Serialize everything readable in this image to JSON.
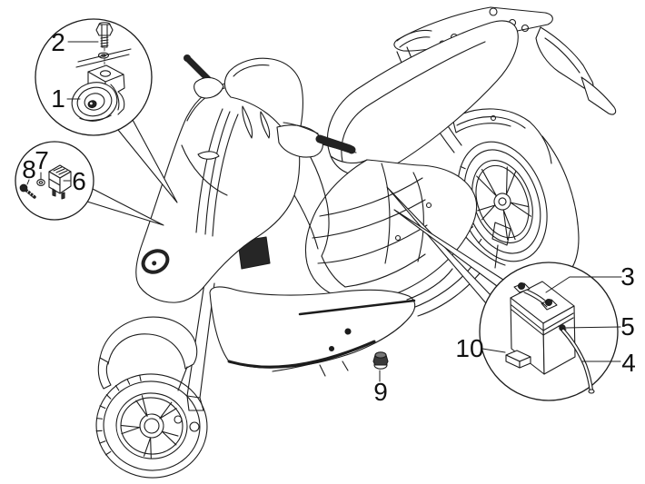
{
  "figure": {
    "background": "#ffffff",
    "line_color": "#1c1c1c",
    "label_color": "#111111",
    "subject": "scooter-electrical-parts-line-art",
    "callouts": [
      {
        "number": "1",
        "part": "horn"
      },
      {
        "number": "2",
        "part": "horn-mounting-screw"
      },
      {
        "number": "3",
        "part": "battery"
      },
      {
        "number": "4",
        "part": "battery-cable"
      },
      {
        "number": "5",
        "part": "battery-terminal-screw"
      },
      {
        "number": "6",
        "part": "relay"
      },
      {
        "number": "7",
        "part": "relay-washer"
      },
      {
        "number": "8",
        "part": "relay-screw"
      },
      {
        "number": "9",
        "part": "flanged-nut"
      },
      {
        "number": "10",
        "part": "fuse"
      }
    ]
  }
}
